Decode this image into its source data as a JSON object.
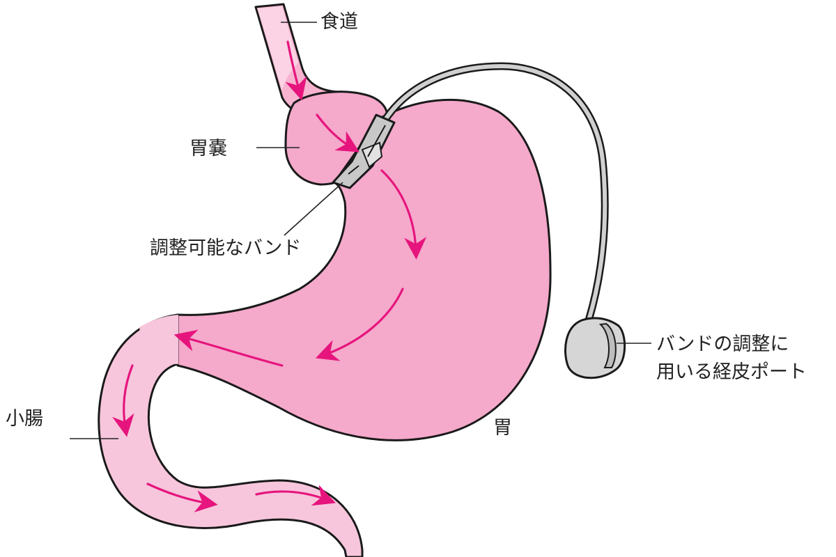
{
  "labels": {
    "esophagus": "食道",
    "gastric_pouch": "胃嚢",
    "adjustable_band": "調整可能なバンド",
    "port_line1": "バンドの調整に",
    "port_line2": "用いる経皮ポート",
    "small_intestine": "小腸",
    "stomach": "胃"
  },
  "colors": {
    "stomach_pink": "#f5a9cb",
    "intestine_pink": "#f7c6dc",
    "esophagus_light": "#fbd3e4",
    "arrow_magenta": "#e6157d",
    "band_gray": "#c8c8c8",
    "port_gray": "#d6d6d6",
    "outline": "#1a1a1a"
  }
}
